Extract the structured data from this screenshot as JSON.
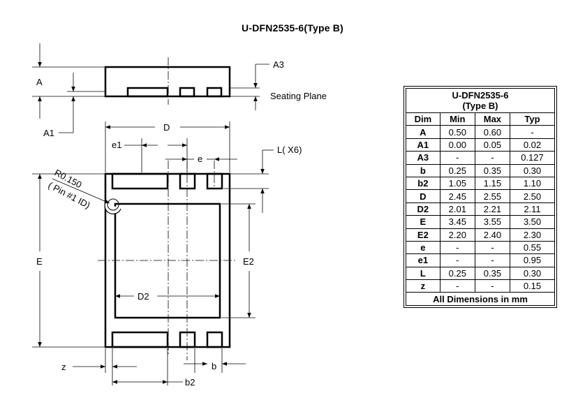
{
  "title": "U-DFN2535-6(Type B)",
  "labels": {
    "A": "A",
    "A1": "A1",
    "A3": "A3",
    "seating_plane": "Seating Plane",
    "D": "D",
    "e1": "e1",
    "e": "e",
    "L": "L( X6)",
    "radius": "R0.150",
    "pin_id": "( Pin #1 ID)",
    "E": "E",
    "E2": "E2",
    "D2": "D2",
    "z": "z",
    "b": "b",
    "b2": "b2"
  },
  "table": {
    "title_line1": "U-DFN2535-6",
    "title_line2": "(Type B)",
    "headers": [
      "Dim",
      "Min",
      "Max",
      "Typ"
    ],
    "rows": [
      [
        "A",
        "0.50",
        "0.60",
        "-"
      ],
      [
        "A1",
        "0.00",
        "0.05",
        "0.02"
      ],
      [
        "A3",
        "-",
        "-",
        "0.127"
      ],
      [
        "b",
        "0.25",
        "0.35",
        "0.30"
      ],
      [
        "b2",
        "1.05",
        "1.15",
        "1.10"
      ],
      [
        "D",
        "2.45",
        "2.55",
        "2.50"
      ],
      [
        "D2",
        "2.01",
        "2.21",
        "2.11"
      ],
      [
        "E",
        "3.45",
        "3.55",
        "3.50"
      ],
      [
        "E2",
        "2.20",
        "2.40",
        "2.30"
      ],
      [
        "e",
        "-",
        "-",
        "0.55"
      ],
      [
        "e1",
        "-",
        "-",
        "0.95"
      ],
      [
        "L",
        "0.25",
        "0.35",
        "0.30"
      ],
      [
        "z",
        "-",
        "-",
        "0.15"
      ]
    ],
    "footer": "All Dimensions in mm"
  }
}
